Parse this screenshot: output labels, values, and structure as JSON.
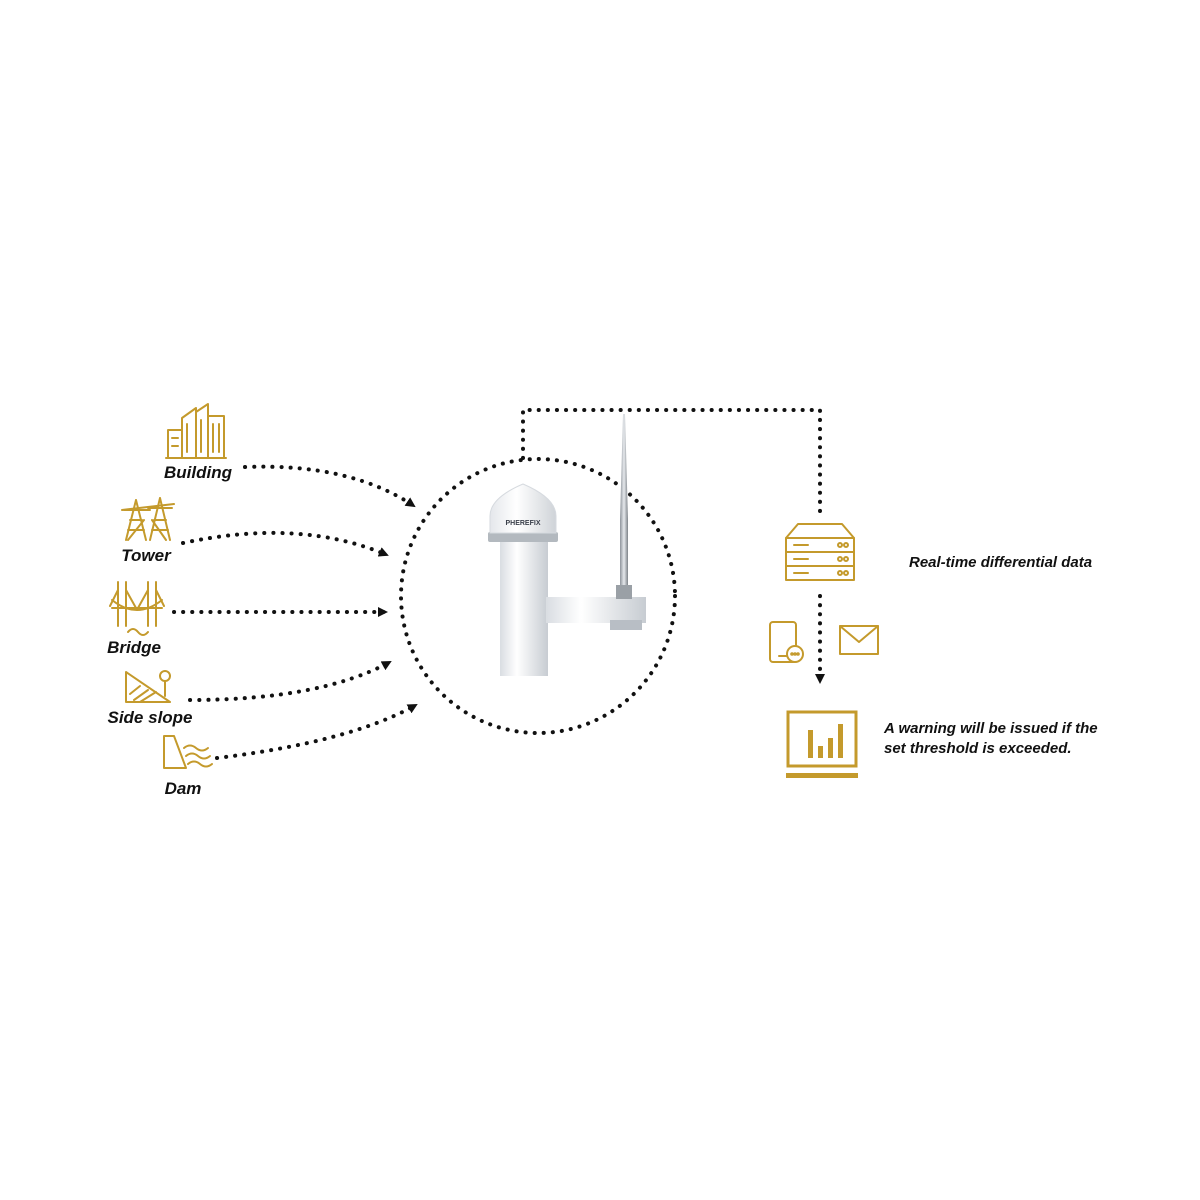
{
  "sources": [
    {
      "label": "Building",
      "icon": "building-icon"
    },
    {
      "label": "Tower",
      "icon": "tower-icon"
    },
    {
      "label": "Bridge",
      "icon": "bridge-icon"
    },
    {
      "label": "Side slope",
      "icon": "side-slope-icon"
    },
    {
      "label": "Dam",
      "icon": "dam-icon"
    }
  ],
  "device": {
    "brand": "PHEREFIX",
    "image": "gnss-monitoring-receiver-with-antenna"
  },
  "server": {
    "label": "Real-time differential data",
    "icon": "server-rack-icon"
  },
  "alerts": {
    "icons": [
      "mobile-message-icon",
      "email-icon"
    ]
  },
  "monitor": {
    "line1": "A warning will be issued if the",
    "line2": "set threshold is exceeded.",
    "icon": "monitor-chart-icon"
  },
  "colors": {
    "accent": "#C49A2C",
    "connector": "#111111",
    "background": "#ffffff"
  }
}
